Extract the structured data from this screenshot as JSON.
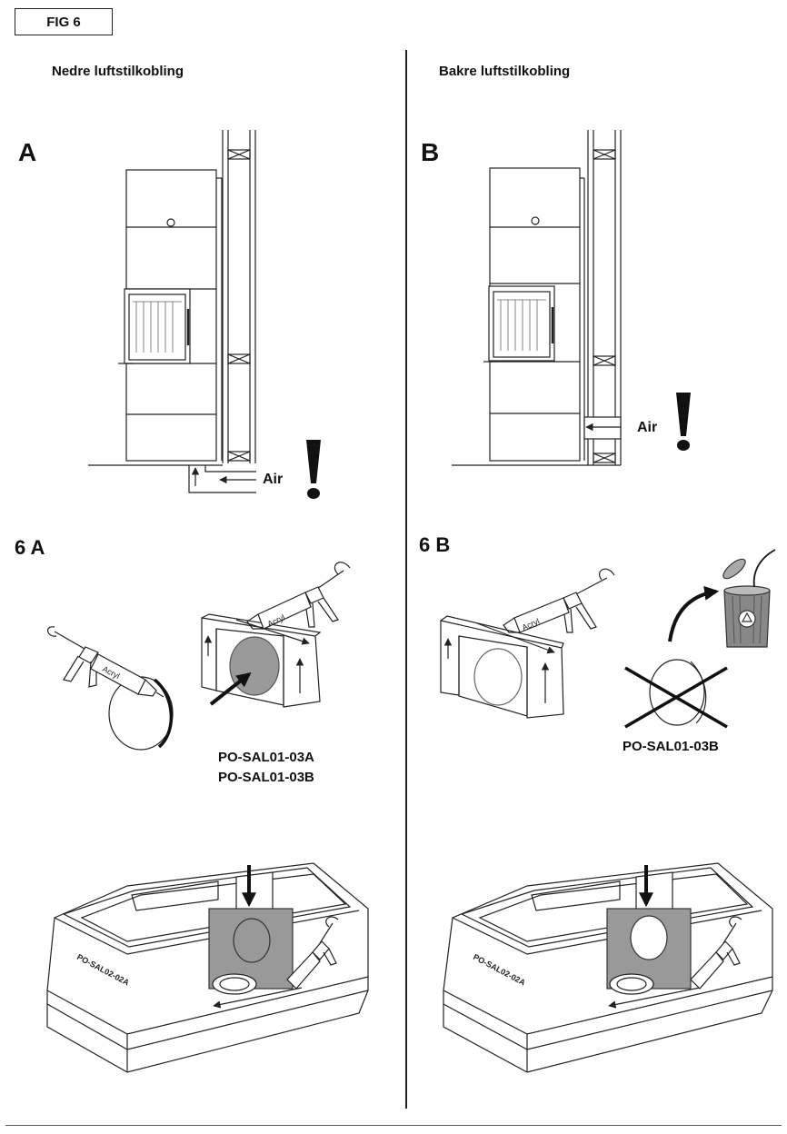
{
  "figure_label": "FIG 6",
  "left": {
    "heading": "Nedre luftstilkobling",
    "panel_letter": "A",
    "air_label": "Air",
    "step_label": "6 A",
    "codes": [
      "PO-SAL01-03A",
      "PO-SAL01-03B"
    ],
    "gun_label": "Acryl",
    "box_label": "PO-SAL02-02A"
  },
  "right": {
    "heading": "Bakre luftstilkobling",
    "panel_letter": "B",
    "air_label": "Air",
    "step_label": "6 B",
    "codes": [
      "PO-SAL01-03B"
    ],
    "gun_label": "Acryl",
    "box_label": "PO-SAL02-02A"
  },
  "icons": [
    "exclamation-icon",
    "recycle-bin-icon",
    "caulking-gun-icon",
    "cross-out-icon",
    "arrow-icon"
  ]
}
